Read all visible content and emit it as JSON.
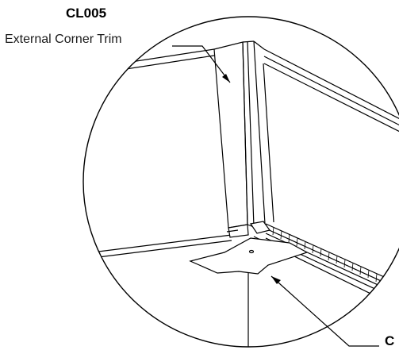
{
  "callouts": [
    {
      "code": "CL005",
      "description": "External Corner Trim"
    },
    {
      "code": "C"
    }
  ],
  "colors": {
    "line": "#000000",
    "background": "#ffffff"
  }
}
